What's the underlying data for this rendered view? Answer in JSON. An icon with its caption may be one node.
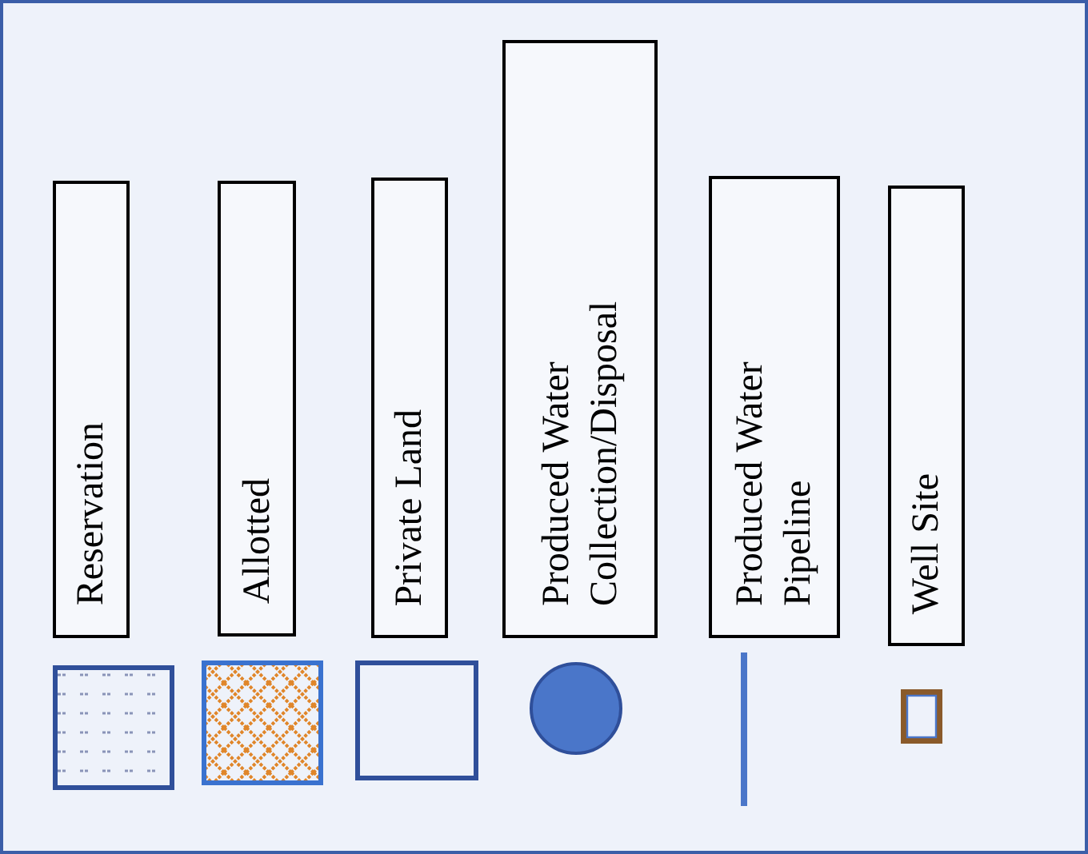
{
  "diagram": {
    "legend": [
      {
        "text": "Reservation"
      },
      {
        "text": "Allotted"
      },
      {
        "text": "Private Land"
      },
      {
        "text": "Produced Water Collection/Disposal"
      },
      {
        "text": "Produced Water Pipeline"
      },
      {
        "text": "Well Site"
      }
    ]
  }
}
